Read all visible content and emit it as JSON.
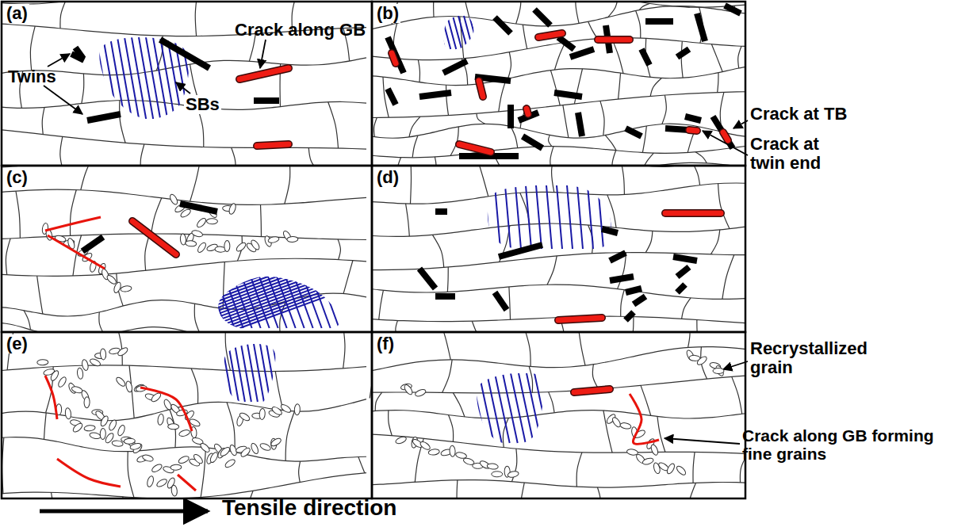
{
  "diagram": {
    "labels": [
      "(a)",
      "Crack along GB",
      "Twins",
      "SBs",
      "(b)",
      "Crack at TB",
      "Crack at twin end",
      "(c)",
      "(d)",
      "(e)",
      "(f)",
      "Recrystallized grain",
      "Crack along GB forming fine grains",
      "Tensile direction"
    ]
  }
}
